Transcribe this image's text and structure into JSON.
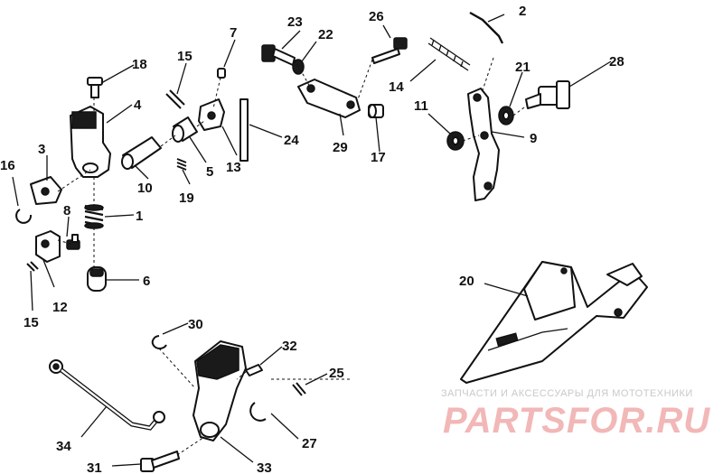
{
  "callouts": [
    "1",
    "2",
    "3",
    "4",
    "5",
    "6",
    "7",
    "8",
    "9",
    "10",
    "11",
    "12",
    "13",
    "14",
    "15",
    "16",
    "17",
    "18",
    "19",
    "20",
    "21",
    "22",
    "23",
    "24",
    "25",
    "26",
    "27",
    "28",
    "29",
    "30",
    "31",
    "32",
    "33",
    "34"
  ],
  "watermark": {
    "caption": "ЗАПЧАСТИ И АКСЕССУАРЫ ДЛЯ МОТОТЕХНИКИ",
    "logo": "PARTSFOR.RU"
  }
}
